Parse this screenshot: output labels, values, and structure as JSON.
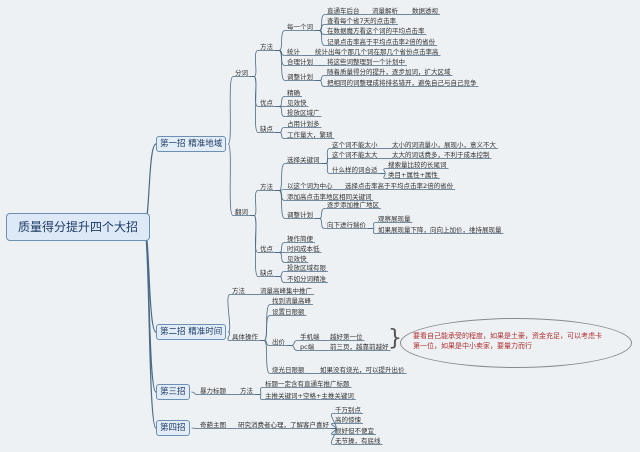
{
  "root": "质量得分提升四个大招",
  "m1": {
    "title": "第一招 精准地域",
    "split": {
      "label": "分词",
      "method": {
        "label": "方法",
        "each_word": {
          "label": "每一个词",
          "items": [
            "直通车后台",
            "流量解析",
            "数据透视",
            "查看每个省7天的点击率",
            "在数据魔方看这个词的平均点击率",
            "记录点击率高于平均点击率2倍的省份"
          ]
        },
        "stats": {
          "label": "统计",
          "detail": "统计出每个那几个词在那几个省份点击率高"
        },
        "plan": {
          "label": "合理计划",
          "detail": "将这些词整理到一个计划中"
        },
        "adjust": {
          "label": "调整计划",
          "items": [
            "随着质量得分的提升，逐步加词，扩大区域",
            "把相同的词整理成将排名错开，避免自己与自己竞争"
          ]
        }
      },
      "pros": {
        "label": "优点",
        "items": [
          "精确",
          "见效快",
          "投放区域广"
        ]
      },
      "cons": {
        "label": "缺点",
        "items": [
          "占用计划多",
          "工作量大，繁琐"
        ]
      }
    },
    "flip": {
      "label": "翻词",
      "method": {
        "label": "方法",
        "choose": {
          "label": "选择关键词",
          "not_small": "这个词不能太小",
          "not_small_why": "太小的词流量小，展现小，意义不大",
          "not_big": "这个词不能太大",
          "not_big_why": "太大的词话费多，不利于成本控制",
          "suitable": "什么样的词合适",
          "suitable_items": [
            "搜索量比较的长尾词",
            "类目+属性+属性"
          ]
        },
        "center": {
          "label": "以这个词为中心",
          "detail": "选择点击率高于平均点击率2倍的省份"
        },
        "add": "添加高点击率地区相同关键词",
        "adjust": {
          "label": "调整计划",
          "add_region": "逐步添加推广地区",
          "lower_bid": "向下进行揣价",
          "items": [
            "观察展现量",
            "如果展现量下降，向向上加价，维持展现量"
          ]
        }
      },
      "pros": {
        "label": "优点",
        "items": [
          "操作简便",
          "时间成本低",
          "见效快"
        ]
      },
      "cons": {
        "label": "缺点",
        "items": [
          "投放区域有限",
          "不如分词精准"
        ]
      }
    }
  },
  "m2": {
    "title": "第二招 精准时间",
    "method": {
      "label": "方法",
      "detail": "流量高峰集中推广"
    },
    "ops": {
      "label": "具体操作",
      "items": [
        "找到流量高峰",
        "设置日限额"
      ],
      "bid": {
        "label": "出价",
        "mobile": "手机端",
        "mobile_detail": "越好第一位",
        "pc": "pc端",
        "pc_detail": "前三页，越靠前越好"
      },
      "burn": {
        "label": "烧光日限额",
        "detail": "如果没有烧光，可以提升出价"
      }
    },
    "note": [
      "要看自己能承受的程度，如果是土豪，资金充足，可以考虑卡",
      "第一位，如果是中小卖家，要量力而行"
    ]
  },
  "m3": {
    "title": "第三招",
    "label": "暴力标题",
    "method": "方法",
    "items": [
      "标题一定含有直通车推广标题",
      "主推关键词+空格+主推关键词"
    ]
  },
  "m4": {
    "title": "第四招",
    "label": "奇葩主图",
    "detail": "研究消费者心理，了解客户喜好",
    "items": [
      "千万别点",
      "高的惊悚",
      "很好但不便宜",
      "无节操，有底线"
    ]
  },
  "colors": {
    "line": "#4a6a86",
    "note_text": "#b03030",
    "box_fill": "#dde9f6"
  }
}
